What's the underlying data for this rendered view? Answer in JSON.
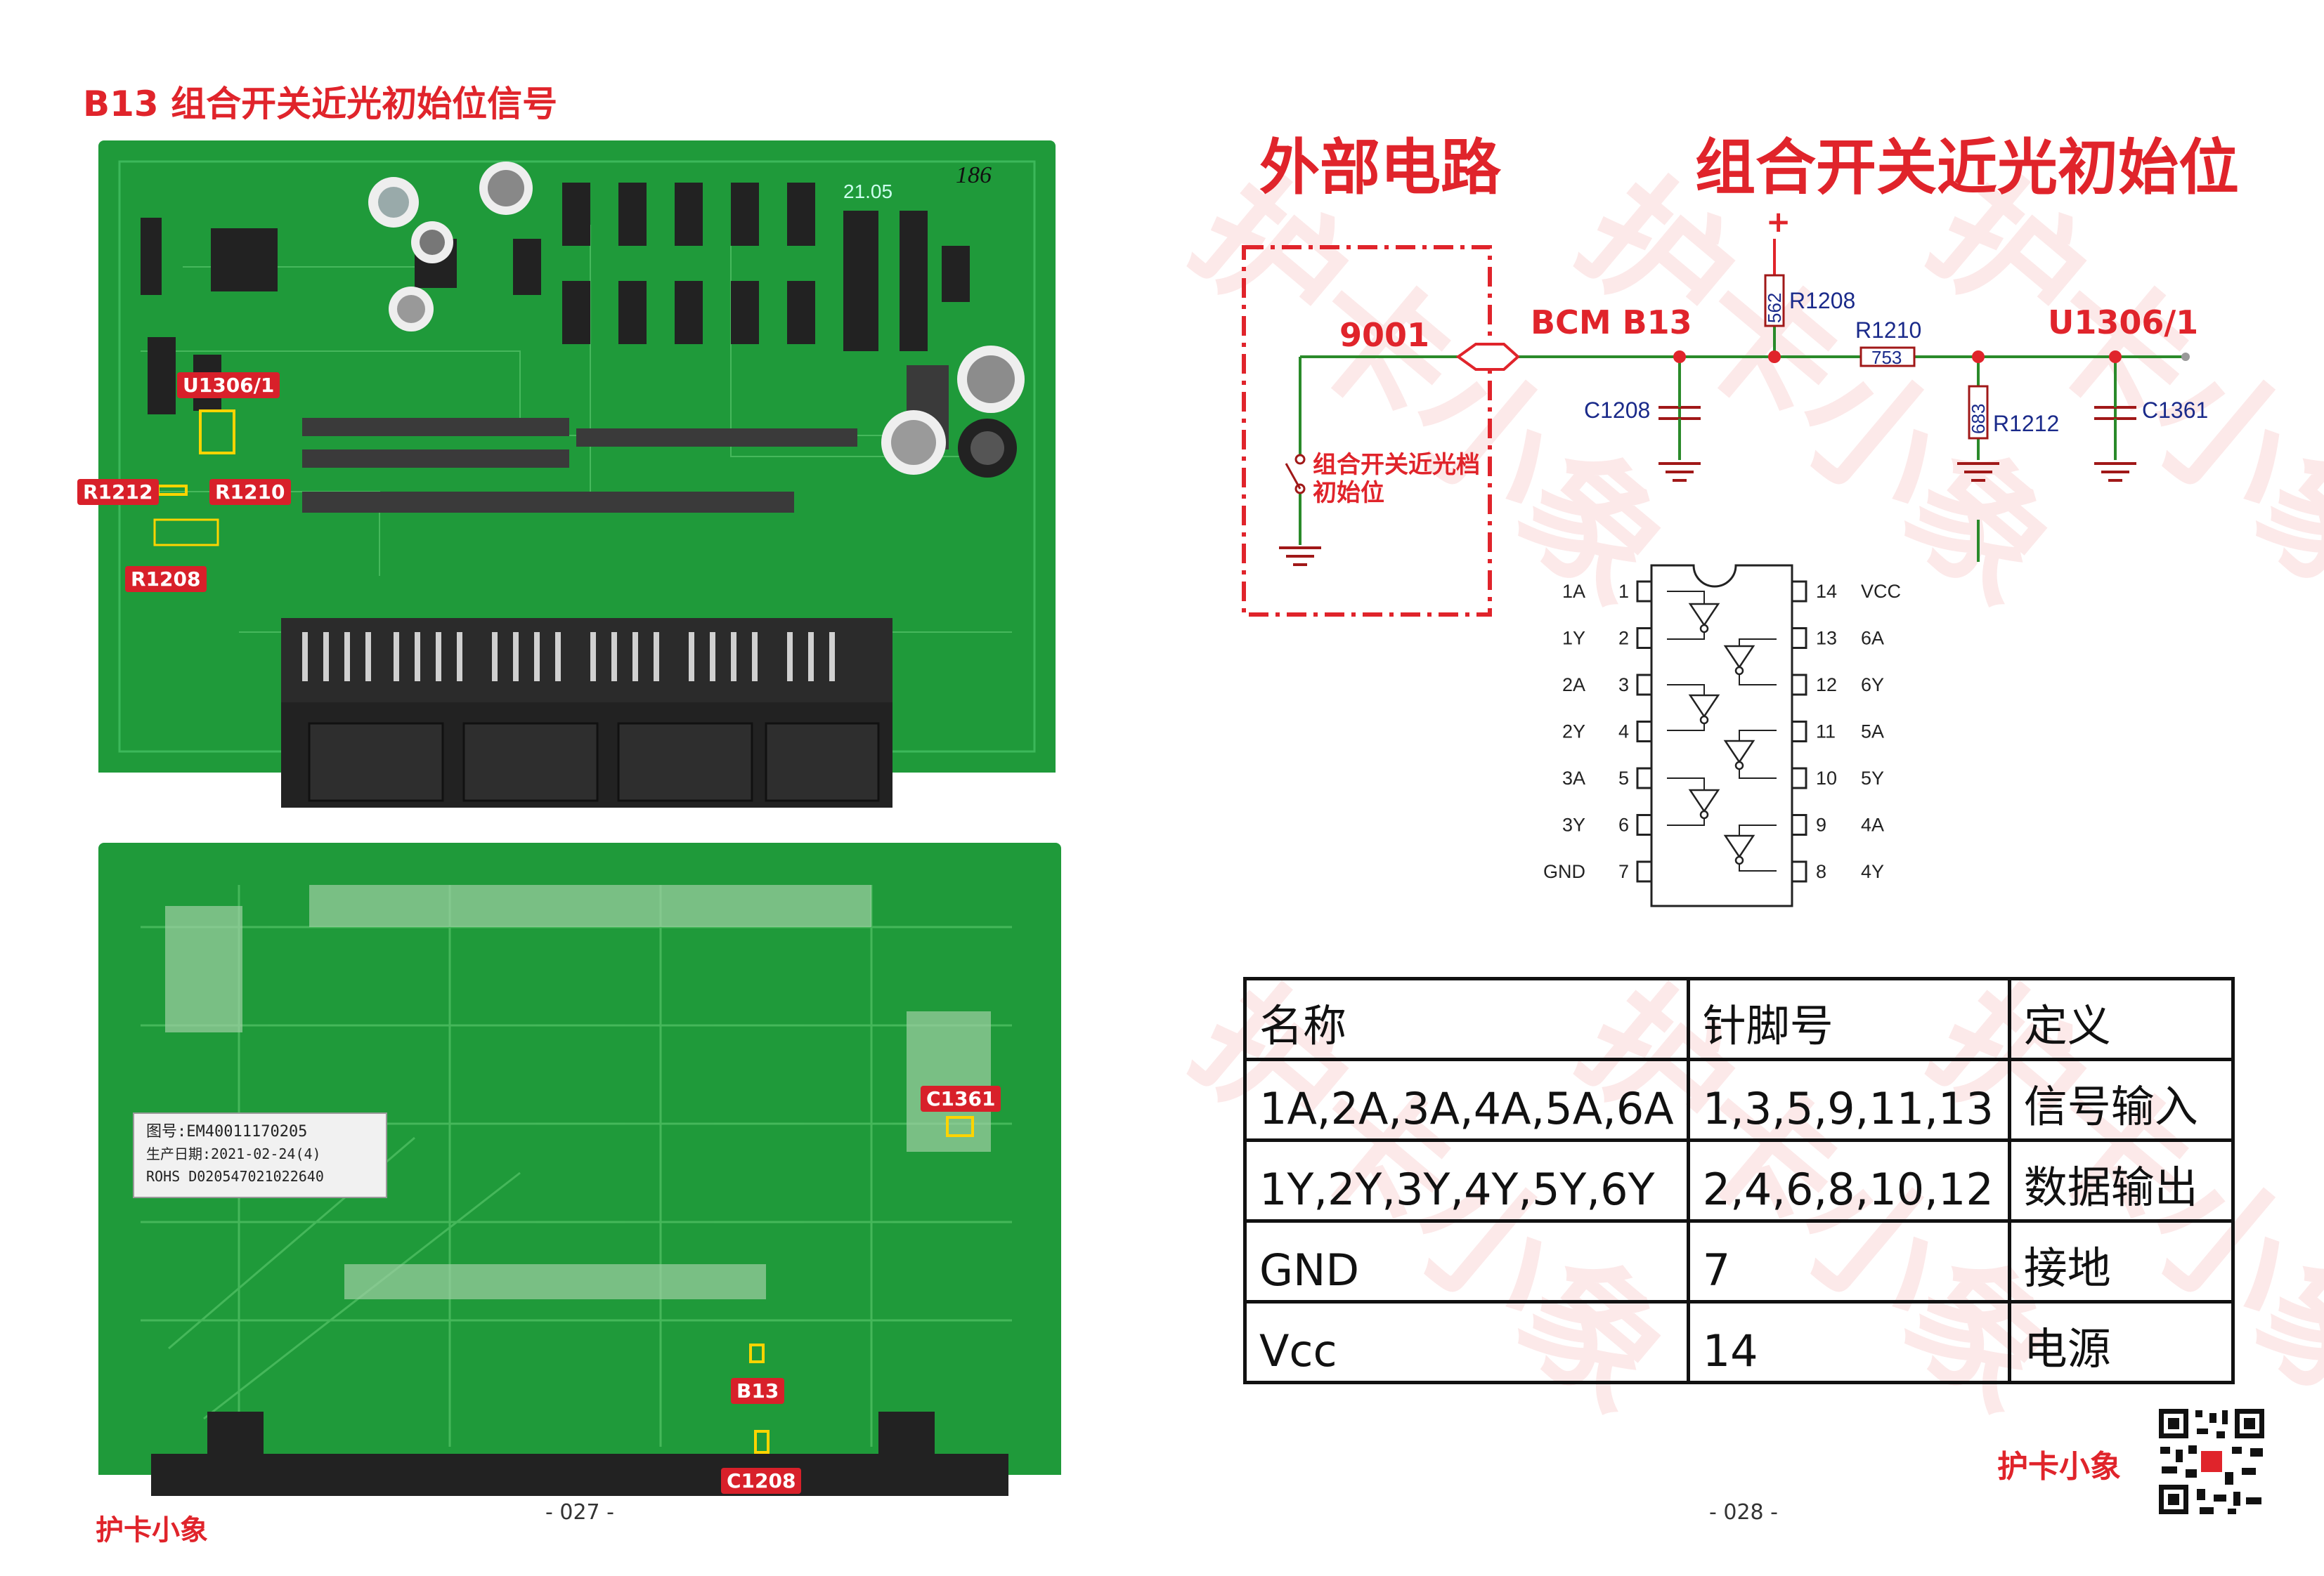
{
  "left_page": {
    "heading": "B13 组合开关近光初始位信号",
    "board_top_labels": [
      "U1306/1",
      "R1212",
      "R1210",
      "R1208"
    ],
    "board_bottom_labels": [
      "C1361",
      "B13",
      "C1208"
    ],
    "sticker_lines": [
      "图号:EM40011170205",
      "生产日期:2021-02-24(4)",
      "ROHS D020547021022640"
    ],
    "board_handwriting": "186",
    "board_silkscreen_date": "21.05",
    "page_number": "- 027 -",
    "brand": "护卡小象"
  },
  "right_page": {
    "external_circuit_title": "外部电路",
    "circuit_title": "组合开关近光初始位",
    "net_9001": "9001",
    "net_bcm": "BCM B13",
    "net_u1306": "U1306/1",
    "switch_label_line1": "组合开关近光档",
    "switch_label_line2": "初始位",
    "components": {
      "r1208_name": "R1208",
      "r1208_value": "562",
      "r1210_name": "R1210",
      "r1210_value": "753",
      "r1212_name": "R1212",
      "r1212_value": "683",
      "c1208_name": "C1208",
      "c1361_name": "C1361",
      "supply": "+"
    },
    "ic_pins_left": [
      {
        "num": "1",
        "name": "1A"
      },
      {
        "num": "2",
        "name": "1Y"
      },
      {
        "num": "3",
        "name": "2A"
      },
      {
        "num": "4",
        "name": "2Y"
      },
      {
        "num": "5",
        "name": "3A"
      },
      {
        "num": "6",
        "name": "3Y"
      },
      {
        "num": "7",
        "name": "GND"
      }
    ],
    "ic_pins_right": [
      {
        "num": "14",
        "name": "VCC"
      },
      {
        "num": "13",
        "name": "6A"
      },
      {
        "num": "12",
        "name": "6Y"
      },
      {
        "num": "11",
        "name": "5A"
      },
      {
        "num": "10",
        "name": "5Y"
      },
      {
        "num": "9",
        "name": "4A"
      },
      {
        "num": "8",
        "name": "4Y"
      }
    ],
    "pin_table": {
      "headers": [
        "名称",
        "针脚号",
        "定义"
      ],
      "rows": [
        [
          "1A,2A,3A,4A,5A,6A",
          "1,3,5,9,11,13",
          "信号输入"
        ],
        [
          "1Y,2Y,3Y,4Y,5Y,6Y",
          "2,4,6,8,10,12",
          "数据输出"
        ],
        [
          "GND",
          "7",
          "接地"
        ],
        [
          "Vcc",
          "14",
          "电源"
        ]
      ]
    },
    "page_number": "- 028 -",
    "brand": "护卡小象"
  },
  "colors": {
    "accent_red": "#e0242b",
    "pcb_green": "#1f9a3a",
    "schematic_wire": "#2a8a2a",
    "component_blue": "#1a2a8a"
  }
}
